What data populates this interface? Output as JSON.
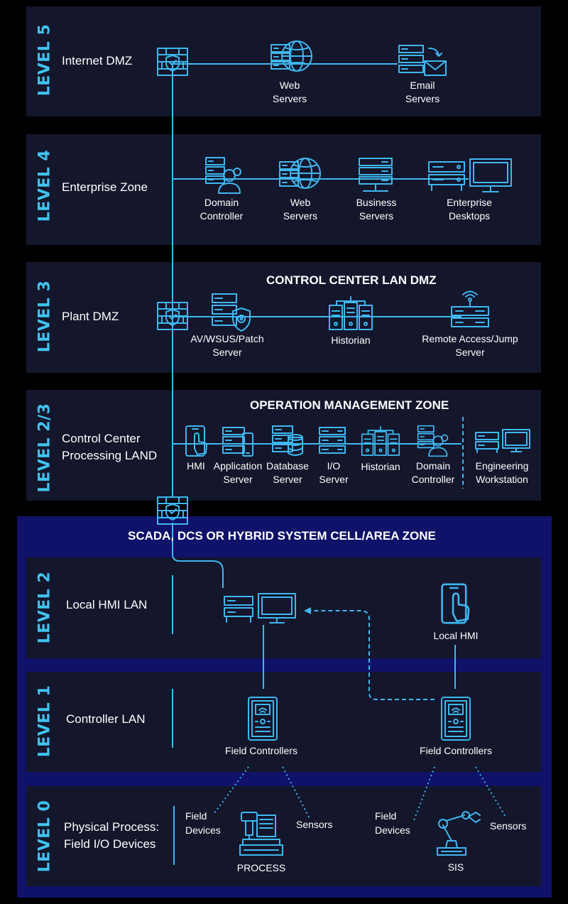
{
  "colors": {
    "accent": "#3fb7f0",
    "band": "#14162b",
    "cell_zone": "#101168",
    "background": "#000000"
  },
  "levels": [
    {
      "tag": "LEVEL 5",
      "zone": "Internet DMZ"
    },
    {
      "tag": "LEVEL 4",
      "zone": "Enterprise Zone"
    },
    {
      "tag": "LEVEL 3",
      "zone": "Plant DMZ"
    },
    {
      "tag": "LEVEL 2/3",
      "zone_line1": "Control Center",
      "zone_line2": "Processing LAND"
    },
    {
      "tag": "LEVEL 2",
      "zone": "Local HMI LAN"
    },
    {
      "tag": "LEVEL 1",
      "zone": "Controller LAN"
    },
    {
      "tag": "LEVEL 0",
      "zone_line1": "Physical Process:",
      "zone_line2": "Field I/O Devices"
    }
  ],
  "headers": {
    "control_center_dmz": "CONTROL CENTER LAN DMZ",
    "operation_management": "OPERATION MANAGEMENT ZONE",
    "cell_area": "SCADA, DCS OR HYBRID SYSTEM CELL/AREA ZONE"
  },
  "level5": {
    "web_servers": [
      "Web",
      "Servers"
    ],
    "email_servers": [
      "Email",
      "Servers"
    ]
  },
  "level4": {
    "domain_controller": [
      "Domain",
      "Controller"
    ],
    "web_servers": [
      "Web",
      "Servers"
    ],
    "business_servers": [
      "Business",
      "Servers"
    ],
    "enterprise_desktops": [
      "Enterprise",
      "Desktops"
    ]
  },
  "level3": {
    "av_server": [
      "AV/WSUS/Patch",
      "Server"
    ],
    "historian": "Historian",
    "remote_access": [
      "Remote Access/Jump",
      "Server"
    ]
  },
  "level23": {
    "hmi": "HMI",
    "application_server": [
      "Application",
      "Server"
    ],
    "database_server": [
      "Database",
      "Server"
    ],
    "io_server": [
      "I/O",
      "Server"
    ],
    "historian": "Historian",
    "domain_controller": [
      "Domain",
      "Controller"
    ],
    "engineering_workstation": [
      "Engineering",
      "Workstation"
    ]
  },
  "level2": {
    "local_hmi": "Local HMI"
  },
  "level1": {
    "field_controllers_left": "Field Controllers",
    "field_controllers_right": "Field Controllers"
  },
  "level0": {
    "field_devices_left": [
      "Field",
      "Devices"
    ],
    "sensors_left": "Sensors",
    "process": "PROCESS",
    "field_devices_right": [
      "Field",
      "Devices"
    ],
    "sensors_right": "Sensors",
    "sis": "SIS"
  },
  "icons": [
    "firewall-icon",
    "web-server-icon",
    "email-server-icon",
    "domain-controller-icon",
    "business-server-icon",
    "desktop-icon",
    "av-server-icon",
    "historian-icon",
    "remote-access-icon",
    "hmi-icon",
    "database-icon",
    "io-server-icon",
    "workstation-icon",
    "field-controller-icon",
    "machine-icon",
    "robot-arm-icon"
  ]
}
